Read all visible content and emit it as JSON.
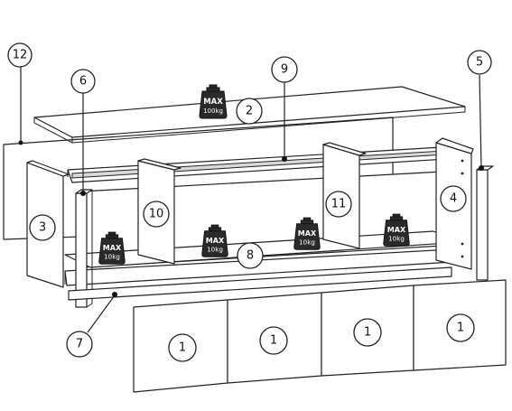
{
  "callouts": {
    "door_1": "1",
    "door_2": "1",
    "door_3": "1",
    "door_4": "1",
    "top_panel": "2",
    "left_panel": "3",
    "right_panel": "4",
    "right_leg": "5",
    "left_leg": "6",
    "bottom_rail": "7",
    "shelf": "8",
    "top_rail": "9",
    "left_divider": "10",
    "right_divider": "11",
    "back_panel": "12"
  },
  "weights": {
    "top": {
      "max": "MAX",
      "load": "100kg"
    },
    "shelf_1": {
      "max": "MAX",
      "load": "10kg"
    },
    "shelf_2": {
      "max": "MAX",
      "load": "10kg"
    },
    "shelf_3": {
      "max": "MAX",
      "load": "10kg"
    },
    "shelf_4": {
      "max": "MAX",
      "load": "10kg"
    }
  }
}
